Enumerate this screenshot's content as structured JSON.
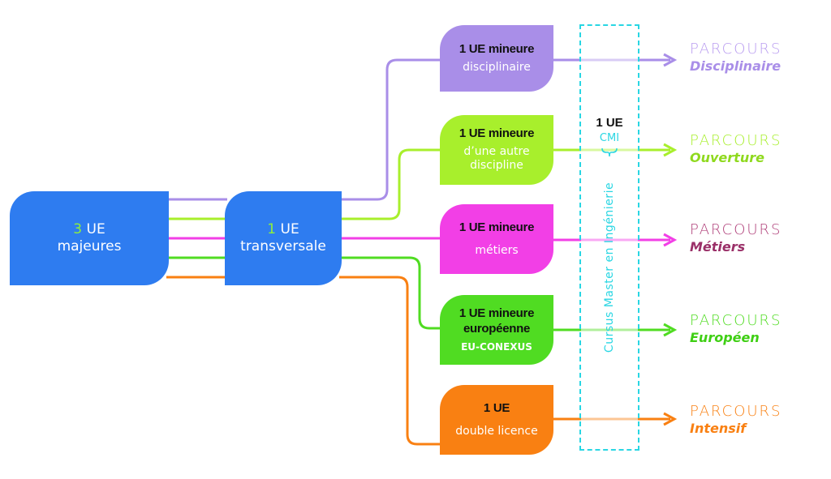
{
  "colors": {
    "blue": "#2e7cf0",
    "purple": "#a98ee8",
    "lime": "#a8ef2c",
    "magenta": "#f23fe6",
    "green": "#50dc22",
    "orange": "#f98012",
    "cyan": "#29d6e3",
    "highlight": "#8ff03a"
  },
  "majeures": {
    "count": "3",
    "label": "UE",
    "sub": "majeures"
  },
  "transversale": {
    "count": "1",
    "label": "UE",
    "sub": "transversale"
  },
  "minors": [
    {
      "title": "1 UE mineure",
      "sub1": "disciplinaire",
      "sub2": ""
    },
    {
      "title": "1 UE mineure",
      "sub1": "d’une autre",
      "sub2": "discipline"
    },
    {
      "title": "1 UE mineure",
      "sub1": "métiers",
      "sub2": ""
    },
    {
      "title": "1 UE mineure",
      "sub1": "européenne",
      "sub2": "EU-CONEXUS"
    },
    {
      "title": "1 UE",
      "sub1": "double licence",
      "sub2": ""
    }
  ],
  "cmi": {
    "ue": "1 UE",
    "label": "CMI",
    "vertical": "Cursus Master en Ingénierie"
  },
  "parcours": [
    {
      "label": "PARCOURS",
      "name": "Disciplinaire",
      "label_color": "#b99cf0",
      "name_color": "#a98ee8"
    },
    {
      "label": "PARCOURS",
      "name": "Ouverture",
      "label_color": "#a8ef2c",
      "name_color": "#8fd91e"
    },
    {
      "label": "PARCOURS",
      "name": "Métiers",
      "label_color": "#b0407a",
      "name_color": "#9a2f68"
    },
    {
      "label": "PARCOURS",
      "name": "Européen",
      "label_color": "#50dc22",
      "name_color": "#3fcf14"
    },
    {
      "label": "PARCOURS",
      "name": "Intensif",
      "label_color": "#f98012",
      "name_color": "#f98012"
    }
  ]
}
